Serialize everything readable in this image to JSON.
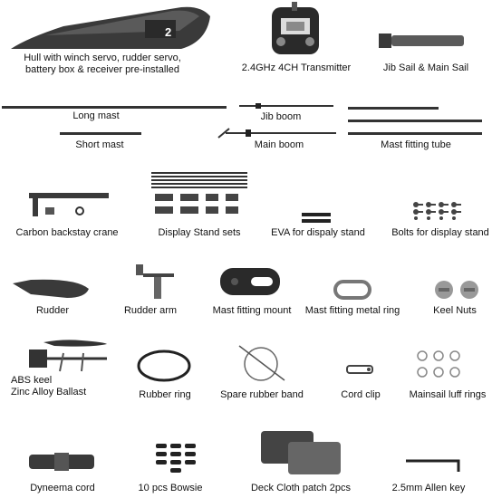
{
  "parts": {
    "hull": {
      "line1": "Hull with winch servo, rudder servo,",
      "line2": "battery box & receiver pre-installed",
      "hull_number": "2"
    },
    "transmitter": {
      "label": "2.4GHz 4CH Transmitter"
    },
    "sails": {
      "label": "Jib Sail & Main Sail"
    },
    "long_mast": {
      "label": "Long mast"
    },
    "jib_boom": {
      "label": "Jib boom"
    },
    "short_mast": {
      "label": "Short mast"
    },
    "main_boom": {
      "label": "Main boom"
    },
    "mast_fitting_tube": {
      "label": "Mast fitting tube"
    },
    "backstay_crane": {
      "label": "Carbon backstay crane"
    },
    "display_stand_sets": {
      "label": "Display Stand sets"
    },
    "eva": {
      "label": "EVA for dispaly stand"
    },
    "bolts": {
      "label": "Bolts for display stand"
    },
    "rudder": {
      "label": "Rudder"
    },
    "rudder_arm": {
      "label": "Rudder arm"
    },
    "mast_fitting_mount": {
      "label": "Mast fitting mount"
    },
    "mast_metal_ring": {
      "label": "Mast fitting metal ring"
    },
    "keel_nuts": {
      "label": "Keel Nuts"
    },
    "abs_keel": {
      "line1": "ABS keel",
      "line2": "Zinc Alloy Ballast"
    },
    "rubber_ring": {
      "label": "Rubber ring"
    },
    "rubber_band": {
      "label": "Spare rubber band"
    },
    "cord_clip": {
      "label": "Cord clip"
    },
    "luff_rings": {
      "label": "Mainsail luff rings"
    },
    "dyneema": {
      "label": "Dyneema cord"
    },
    "bowsie": {
      "label": "10 pcs Bowsie"
    },
    "deck_patch": {
      "label": "Deck Cloth patch 2pcs"
    },
    "allen_key": {
      "label": "2.5mm Allen key"
    }
  },
  "colors": {
    "dark": "#2b2b2b",
    "mid": "#555555",
    "light": "#9a9a9a"
  }
}
